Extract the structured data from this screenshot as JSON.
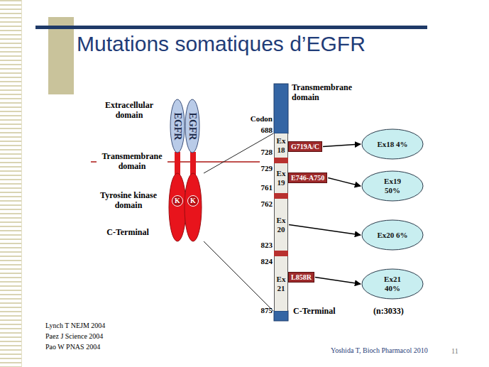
{
  "diagram": {
    "title": "Mutations somatiques d’EGFR",
    "nodes": [
      {
        "text": [
          "EGFR"
        ]
      },
      {
        "text": [
          "EGFR"
        ]
      },
      {
        "text": [
          "K"
        ]
      },
      {
        "text": [
          "K"
        ]
      },
      {
        "text": [
          "Ex 18"
        ]
      },
      {
        "text": [
          "G719A/C"
        ]
      },
      {
        "text": [
          "Ex 19"
        ]
      },
      {
        "text": [
          "E746-A750"
        ]
      },
      {
        "text": [
          "Ex 20"
        ]
      },
      {
        "text": [
          "Ex 21"
        ]
      },
      {
        "text": [
          "L858R"
        ]
      },
      {
        "text": [
          "Ex18 4%"
        ]
      },
      {
        "text": [
          "Ex19 50%"
        ]
      },
      {
        "text": [
          "Ex20 6%"
        ]
      },
      {
        "text": [
          "Ex21 40%"
        ]
      }
    ],
    "edges": [
      {
        "from": 5,
        "to": 11,
        "arrow": "to"
      },
      {
        "from": 7,
        "to": 12,
        "arrow": "to"
      },
      {
        "from": 8,
        "to": 13,
        "arrow": "to"
      },
      {
        "from": 10,
        "to": 14,
        "arrow": "to"
      }
    ],
    "labels": [
      "Extracellular domain",
      "Transmembrane domain",
      "Tyrosine kinase domain",
      "C-Terminal",
      "Codon",
      "688",
      "728",
      "729",
      "761",
      "762",
      "823",
      "824",
      "875",
      "Transmembrane domain",
      "C-Terminal",
      "(n:3033)",
      "Lynch T NEJM 2004",
      "Paez J Science 2004",
      "Pao W PNAS 2004",
      "Yoshida T, Bioch Pharmacol 2010",
      "11"
    ]
  }
}
